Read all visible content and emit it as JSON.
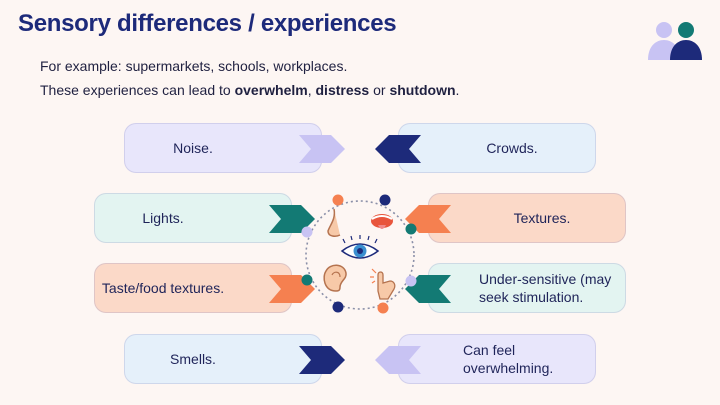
{
  "slide": {
    "title": "Sensory differences / experiences",
    "intro_line1": "For example: supermarkets, schools, workplaces.",
    "intro_line2": {
      "prefix": "These experiences can lead to ",
      "word1": "overwhelm",
      "sep1": ", ",
      "word2": "distress",
      "sep2": " or ",
      "word3": "shutdown",
      "suffix": "."
    }
  },
  "left_cards": [
    {
      "label": "Noise.",
      "bg": "#e8e6fb",
      "chevron_color": "#c8c3f3"
    },
    {
      "label": "Lights.",
      "bg": "#e3f4f1",
      "chevron_color": "#137a74"
    },
    {
      "label": "Taste/food textures.",
      "bg": "#fbd9c8",
      "chevron_color": "#f58050"
    },
    {
      "label": "Smells.",
      "bg": "#e5f0fa",
      "chevron_color": "#1d2a7a"
    }
  ],
  "right_cards": [
    {
      "label": "Crowds.",
      "bg": "#e5f0fa",
      "chevron_color": "#1d2a7a"
    },
    {
      "label": "Textures.",
      "bg": "#fbd9c8",
      "chevron_color": "#f58050"
    },
    {
      "label": "Under-sensitive (may seek stimulation.",
      "bg": "#e3f4f1",
      "chevron_color": "#137a74"
    },
    {
      "label": "Can feel overwhelming.",
      "bg": "#e8e6fb",
      "chevron_color": "#c8c3f3"
    }
  ],
  "center_icons": [
    "nose-icon",
    "mouth-icon",
    "eye-icon",
    "ear-icon",
    "touch-hand-icon"
  ],
  "logo": "people-icon",
  "colors": {
    "title": "#1d2a7a",
    "navy": "#1d2a7a",
    "teal": "#137a74",
    "orange": "#f58050",
    "lavender": "#c8c3f3",
    "background": "#fdf6f3"
  }
}
